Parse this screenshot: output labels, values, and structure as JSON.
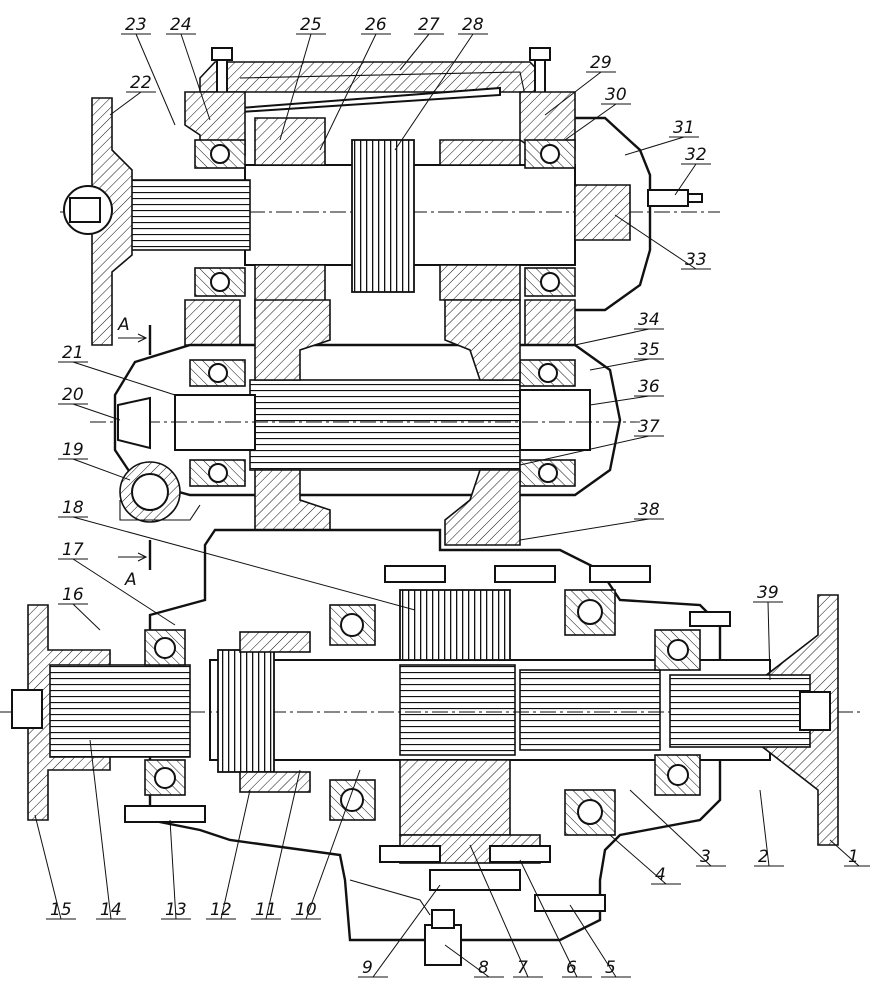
{
  "section_marker": "A",
  "callouts": [
    "1",
    "2",
    "3",
    "4",
    "5",
    "6",
    "7",
    "8",
    "9",
    "10",
    "11",
    "12",
    "13",
    "14",
    "15",
    "16",
    "17",
    "18",
    "19",
    "20",
    "21",
    "22",
    "23",
    "24",
    "25",
    "26",
    "27",
    "28",
    "29",
    "30",
    "31",
    "32",
    "33",
    "34",
    "35",
    "36",
    "37",
    "38",
    "39"
  ]
}
